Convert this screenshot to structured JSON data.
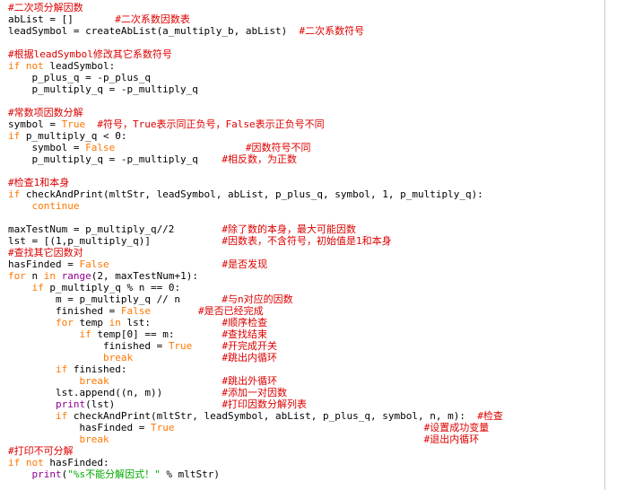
{
  "editor": {
    "colors": {
      "background": "#ffffff",
      "plain": "#000000",
      "comment": "#dd0000",
      "keyword": "#ff7700",
      "builtin": "#900090",
      "string": "#00aa00"
    },
    "lines": [
      [
        [
          "comment",
          "#二次项分解因数"
        ]
      ],
      [
        [
          "plain",
          "abList = []       "
        ],
        [
          "comment",
          "#二次系数因数表"
        ]
      ],
      [
        [
          "plain",
          "leadSymbol = createAbList(a_multiply_b, abList)  "
        ],
        [
          "comment",
          "#二次系数符号"
        ]
      ],
      [],
      [
        [
          "comment",
          "#根据leadSymbol修改其它系数符号"
        ]
      ],
      [
        [
          "keyword",
          "if not"
        ],
        [
          "plain",
          " leadSymbol:"
        ]
      ],
      [
        [
          "plain",
          "    p_plus_q = -p_plus_q"
        ]
      ],
      [
        [
          "plain",
          "    p_multiply_q = -p_multiply_q"
        ]
      ],
      [],
      [
        [
          "comment",
          "#常数项因数分解"
        ]
      ],
      [
        [
          "plain",
          "symbol = "
        ],
        [
          "keyword",
          "True"
        ],
        [
          "plain",
          "  "
        ],
        [
          "comment",
          "#符号，True表示同正负号，False表示正负号不同"
        ]
      ],
      [
        [
          "keyword",
          "if"
        ],
        [
          "plain",
          " p_multiply_q < 0:"
        ]
      ],
      [
        [
          "plain",
          "    symbol = "
        ],
        [
          "keyword",
          "False"
        ],
        [
          "plain",
          "                      "
        ],
        [
          "comment",
          "#因数符号不同"
        ]
      ],
      [
        [
          "plain",
          "    p_multiply_q = -p_multiply_q    "
        ],
        [
          "comment",
          "#相反数，为正数"
        ]
      ],
      [],
      [
        [
          "comment",
          "#检查1和本身"
        ]
      ],
      [
        [
          "keyword",
          "if"
        ],
        [
          "plain",
          " checkAndPrint(mltStr, leadSymbol, abList, p_plus_q, symbol, 1, p_multiply_q):"
        ]
      ],
      [
        [
          "plain",
          "    "
        ],
        [
          "keyword",
          "continue"
        ]
      ],
      [],
      [
        [
          "plain",
          "maxTestNum = p_multiply_q//2        "
        ],
        [
          "comment",
          "#除了数的本身，最大可能因数"
        ]
      ],
      [
        [
          "plain",
          "lst = [(1,p_multiply_q)]            "
        ],
        [
          "comment",
          "#因数表，不含符号，初始值是1和本身"
        ]
      ],
      [
        [
          "comment",
          "#查找其它因数对"
        ]
      ],
      [
        [
          "plain",
          "hasFinded = "
        ],
        [
          "keyword",
          "False"
        ],
        [
          "plain",
          "                   "
        ],
        [
          "comment",
          "#是否发现"
        ]
      ],
      [
        [
          "keyword",
          "for"
        ],
        [
          "plain",
          " n "
        ],
        [
          "keyword",
          "in"
        ],
        [
          "plain",
          " "
        ],
        [
          "builtin",
          "range"
        ],
        [
          "plain",
          "(2, maxTestNum+1):"
        ]
      ],
      [
        [
          "plain",
          "    "
        ],
        [
          "keyword",
          "if"
        ],
        [
          "plain",
          " p_multiply_q % n == 0:"
        ]
      ],
      [
        [
          "plain",
          "        m = p_multiply_q // n       "
        ],
        [
          "comment",
          "#与n对应的因数"
        ]
      ],
      [
        [
          "plain",
          "        finished = "
        ],
        [
          "keyword",
          "False"
        ],
        [
          "plain",
          "        "
        ],
        [
          "comment",
          "#是否已经完成"
        ]
      ],
      [
        [
          "plain",
          "        "
        ],
        [
          "keyword",
          "for"
        ],
        [
          "plain",
          " temp "
        ],
        [
          "keyword",
          "in"
        ],
        [
          "plain",
          " lst:            "
        ],
        [
          "comment",
          "#顺序检查"
        ]
      ],
      [
        [
          "plain",
          "            "
        ],
        [
          "keyword",
          "if"
        ],
        [
          "plain",
          " temp[0] == m:        "
        ],
        [
          "comment",
          "#查找结束"
        ]
      ],
      [
        [
          "plain",
          "                finished = "
        ],
        [
          "keyword",
          "True"
        ],
        [
          "plain",
          "     "
        ],
        [
          "comment",
          "#开完成开关"
        ]
      ],
      [
        [
          "plain",
          "                "
        ],
        [
          "keyword",
          "break"
        ],
        [
          "plain",
          "               "
        ],
        [
          "comment",
          "#跳出内循环"
        ]
      ],
      [
        [
          "plain",
          "        "
        ],
        [
          "keyword",
          "if"
        ],
        [
          "plain",
          " finished:"
        ]
      ],
      [
        [
          "plain",
          "            "
        ],
        [
          "keyword",
          "break"
        ],
        [
          "plain",
          "                   "
        ],
        [
          "comment",
          "#跳出外循环"
        ]
      ],
      [
        [
          "plain",
          "        lst.append((n, m))          "
        ],
        [
          "comment",
          "#添加一对因数"
        ]
      ],
      [
        [
          "plain",
          "        "
        ],
        [
          "builtin",
          "print"
        ],
        [
          "plain",
          "(lst)                  "
        ],
        [
          "comment",
          "#打印因数分解列表"
        ]
      ],
      [
        [
          "plain",
          "        "
        ],
        [
          "keyword",
          "if"
        ],
        [
          "plain",
          " checkAndPrint(mltStr, leadSymbol, abList, p_plus_q, symbol, n, m):  "
        ],
        [
          "comment",
          "#检查"
        ]
      ],
      [
        [
          "plain",
          "            hasFinded = "
        ],
        [
          "keyword",
          "True"
        ],
        [
          "plain",
          "                                          "
        ],
        [
          "comment",
          "#设置成功变量"
        ]
      ],
      [
        [
          "plain",
          "            "
        ],
        [
          "keyword",
          "break"
        ],
        [
          "plain",
          "                                                     "
        ],
        [
          "comment",
          "#退出内循环"
        ]
      ],
      [
        [
          "comment",
          "#打印不可分解"
        ]
      ],
      [
        [
          "keyword",
          "if not"
        ],
        [
          "plain",
          " hasFinded:"
        ]
      ],
      [
        [
          "plain",
          "    "
        ],
        [
          "builtin",
          "print"
        ],
        [
          "plain",
          "("
        ],
        [
          "string",
          "\"%s不能分解因式！\""
        ],
        [
          "plain",
          " % mltStr)"
        ]
      ]
    ]
  }
}
